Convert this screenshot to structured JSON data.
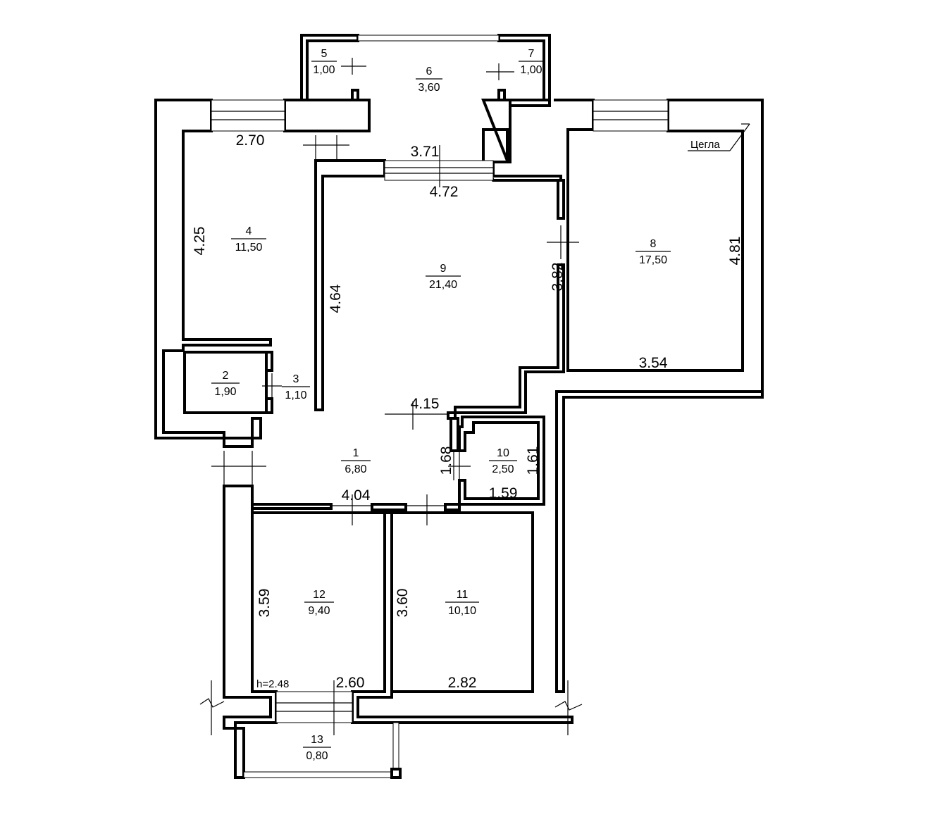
{
  "rooms": [
    {
      "id": "r1",
      "number": "1",
      "area": "6,80"
    },
    {
      "id": "r2",
      "number": "2",
      "area": "1,90"
    },
    {
      "id": "r3",
      "number": "3",
      "area": "1,10"
    },
    {
      "id": "r4",
      "number": "4",
      "area": "11,50"
    },
    {
      "id": "r5",
      "number": "5",
      "area": "1,00"
    },
    {
      "id": "r6",
      "number": "6",
      "area": "3,60"
    },
    {
      "id": "r7",
      "number": "7",
      "area": "1,00"
    },
    {
      "id": "r8",
      "number": "8",
      "area": "17,50"
    },
    {
      "id": "r9",
      "number": "9",
      "area": "21,40"
    },
    {
      "id": "r10",
      "number": "10",
      "area": "2,50"
    },
    {
      "id": "r11",
      "number": "11",
      "area": "10,10"
    },
    {
      "id": "r12",
      "number": "12",
      "area": "9,40"
    },
    {
      "id": "r13",
      "number": "13",
      "area": "0,80"
    }
  ],
  "dimensions": [
    "2.70",
    "4.25",
    "3.71",
    "4.72",
    "4.64",
    "3.82",
    "4.81",
    "3.54",
    "4.15",
    "1.68",
    "1.61",
    "1.59",
    "4.04",
    "3.59",
    "3.60",
    "2.60",
    "2.82"
  ],
  "notes": {
    "material": "Цегла",
    "height": "h=2.48"
  }
}
